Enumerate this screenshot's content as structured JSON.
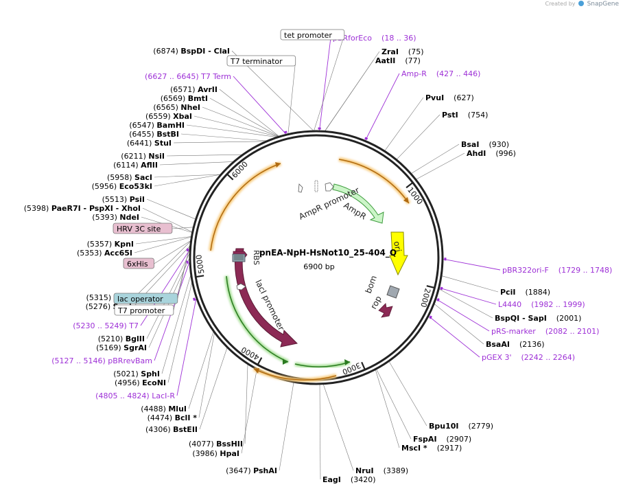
{
  "credit": {
    "prefix": "Created by",
    "brand": "SnapGene"
  },
  "map": {
    "name": "pnEA-NpH-HsNot10_25-404_Q",
    "size_label": "6900 bp",
    "total_bp": 6900,
    "ticks": [
      "1000",
      "2000",
      "3000",
      "4000",
      "5000",
      "6000"
    ]
  },
  "sites": [
    {
      "pos": "(6874)",
      "name": "BspDI",
      "name2": "ClaI"
    },
    {
      "pos": "(75)",
      "name": "ZraI"
    },
    {
      "pos": "(77)",
      "name": "AatII"
    },
    {
      "pos": "(627)",
      "name": "PvuI"
    },
    {
      "pos": "(754)",
      "name": "PstI"
    },
    {
      "pos": "(930)",
      "name": "BsaI"
    },
    {
      "pos": "(996)",
      "name": "AhdI"
    },
    {
      "pos": "(1884)",
      "name": "PciI"
    },
    {
      "pos": "(2001)",
      "name": "BspQI",
      "name2": "SapI"
    },
    {
      "pos": "(2136)",
      "name": "BsaAI"
    },
    {
      "pos": "(2779)",
      "name": "Bpu10I"
    },
    {
      "pos": "(2907)",
      "name": "FspAI"
    },
    {
      "pos": "(2917)",
      "name": "MscI *"
    },
    {
      "pos": "(3389)",
      "name": "NruI"
    },
    {
      "pos": "(3420)",
      "name": "EagI"
    },
    {
      "pos": "(3647)",
      "name": "PshAI"
    },
    {
      "pos": "(3986)",
      "name": "HpaI"
    },
    {
      "pos": "(4077)",
      "name": "BssHII"
    },
    {
      "pos": "(4306)",
      "name": "BstEII"
    },
    {
      "pos": "(4474)",
      "name": "BclI *"
    },
    {
      "pos": "(4488)",
      "name": "MluI"
    },
    {
      "pos": "(4956)",
      "name": "EcoNI"
    },
    {
      "pos": "(5021)",
      "name": "SphI"
    },
    {
      "pos": "(5169)",
      "name": "SgrAI"
    },
    {
      "pos": "(5210)",
      "name": "BglII"
    },
    {
      "pos": "(5276)",
      "name": "SpeI"
    },
    {
      "pos": "(5315)",
      "name": "NcoI"
    },
    {
      "pos": "(5353)",
      "name": "Acc65I"
    },
    {
      "pos": "(5357)",
      "name": "KpnI"
    },
    {
      "pos": "(5393)",
      "name": "NdeI"
    },
    {
      "pos": "(5398)",
      "name": "PaeR7I",
      "name2": "PspXI",
      "name3": "XhoI"
    },
    {
      "pos": "(5513)",
      "name": "PsiI"
    },
    {
      "pos": "(5956)",
      "name": "Eco53kI"
    },
    {
      "pos": "(5958)",
      "name": "SacI"
    },
    {
      "pos": "(6114)",
      "name": "AflII"
    },
    {
      "pos": "(6211)",
      "name": "NsiI"
    },
    {
      "pos": "(6441)",
      "name": "StuI"
    },
    {
      "pos": "(6455)",
      "name": "BstBI"
    },
    {
      "pos": "(6547)",
      "name": "BamHI"
    },
    {
      "pos": "(6559)",
      "name": "XbaI"
    },
    {
      "pos": "(6565)",
      "name": "NheI"
    },
    {
      "pos": "(6569)",
      "name": "BmtI"
    },
    {
      "pos": "(6571)",
      "name": "AvrII"
    }
  ],
  "primers": [
    {
      "name": "pBRforEco",
      "range": "(18 .. 36)"
    },
    {
      "name": "Amp-R",
      "range": "(427 .. 446)"
    },
    {
      "name": "pBR322ori-F",
      "range": "(1729 .. 1748)"
    },
    {
      "name": "L4440",
      "range": "(1982 .. 1999)"
    },
    {
      "name": "pRS-marker",
      "range": "(2082 .. 2101)"
    },
    {
      "name": "pGEX 3'",
      "range": "(2242 .. 2264)"
    },
    {
      "name": "LacI-R",
      "range": "(4805 .. 4824)"
    },
    {
      "name": "pBRrevBam",
      "range": "(5127 .. 5146)"
    },
    {
      "name": "T7",
      "range": "(5230 .. 5249)"
    },
    {
      "name": "T7 Term",
      "range": "(6627 .. 6645)"
    }
  ],
  "boxed": [
    {
      "label": "tet promoter",
      "fill": "#ffffff"
    },
    {
      "label": "T7 terminator",
      "fill": "#ffffff"
    },
    {
      "label": "HRV 3C site",
      "fill": "#e8bfd0"
    },
    {
      "label": "6xHis",
      "fill": "#e8bfd0"
    },
    {
      "label": "lac operator",
      "fill": "#a9d4dc"
    },
    {
      "label": "T7 promoter",
      "fill": "#ffffff"
    }
  ],
  "inner_labels": {
    "ampr_promoter": "AmpR promoter",
    "ampr": "AmpR",
    "ori": "ori",
    "bom": "bom",
    "rop": "rop",
    "laci_promoter": "lacI promoter",
    "laci": "lacI",
    "rbs": "RBS"
  },
  "colors": {
    "backbone": "#222222",
    "primer": "#9d2fd6",
    "enzyme": "#000000",
    "ampr_fill": "#ccf5c8",
    "ampr_stroke": "#3a9a3a",
    "ori_fill": "#ffff00",
    "rop_fill": "#a0a8b0",
    "laci_fill": "#8c2a55",
    "orf_orange": "#f0a020",
    "orf_green": "#3aa030"
  }
}
